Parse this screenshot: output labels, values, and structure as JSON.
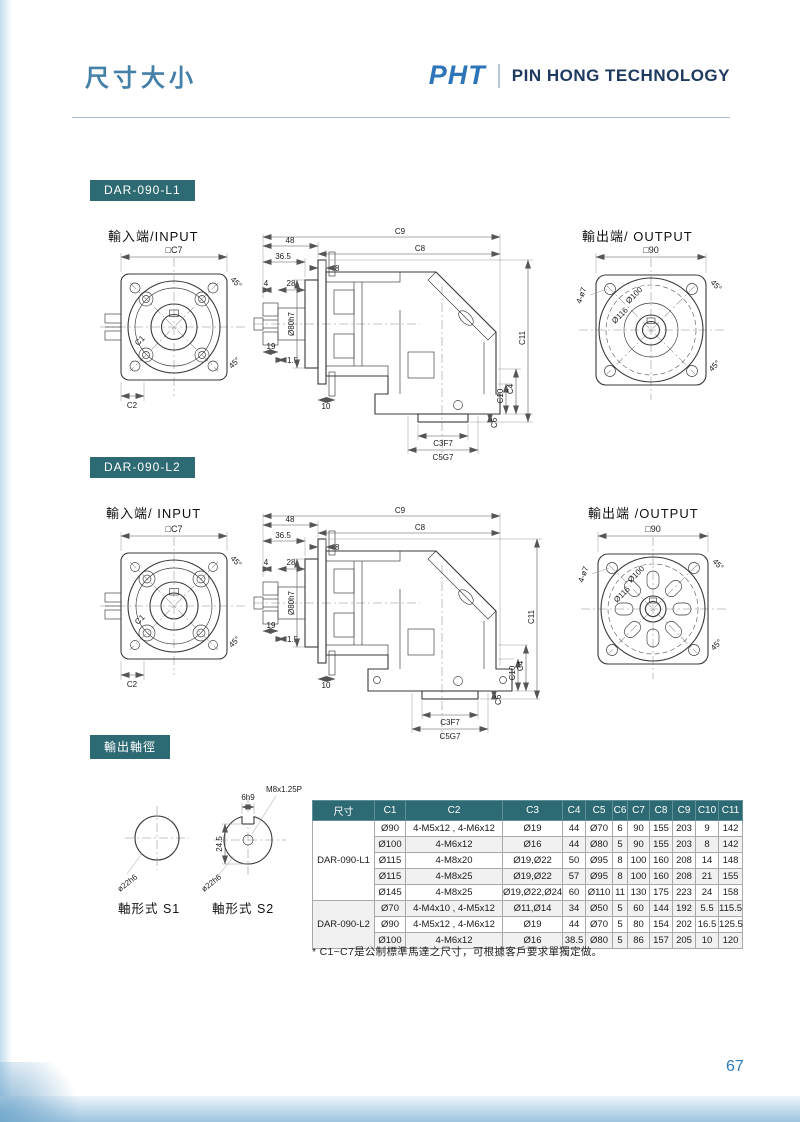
{
  "header": {
    "title": "尺寸大小",
    "logo": "PHT",
    "company": "PIN HONG TECHNOLOGY"
  },
  "sections": {
    "l1": {
      "badge": "DAR-090-L1",
      "input_label": "輸入端/INPUT",
      "output_label": "輸出端/ OUTPUT"
    },
    "l2": {
      "badge": "DAR-090-L2",
      "input_label": "輸入端/ INPUT",
      "output_label": "輸出端 /OUTPUT"
    },
    "shaft": {
      "badge": "輸出軸徑",
      "s1_label": "軸形式 S1",
      "s2_label": "軸形式 S2",
      "s1_dia": "ø22h6",
      "s2_dia": "ø22h6",
      "s2_key": "6h9",
      "s2_thread": "M8x1.25P",
      "s2_height": "24.5"
    }
  },
  "dims": {
    "sqC7": "□C7",
    "c1": "C1",
    "c2": "C2",
    "deg45": "45°",
    "c9": "C9",
    "c8": "C8",
    "n48": "48",
    "n36_5": "36.5",
    "n8": "8",
    "n4": "4",
    "n28": "28",
    "n19": "19",
    "n1_5": "1.5",
    "d80": "Ø80h7",
    "n10": "10",
    "c11": "C11",
    "c10": "C10",
    "c4": "C4",
    "c6": "C6",
    "c3": "C3F7",
    "c5": "C5G7",
    "sq90": "□90",
    "d100": "Ø100",
    "d116": "Ø116",
    "holes47": "4-ø7"
  },
  "table": {
    "headers": [
      "尺寸",
      "C1",
      "C2",
      "C3",
      "C4",
      "C5",
      "C6",
      "C7",
      "C8",
      "C9",
      "C10",
      "C11"
    ],
    "groups": [
      {
        "name": "DAR-090-L1",
        "rows": [
          [
            "Ø90",
            "4-M5x12 , 4-M6x12",
            "Ø19",
            "44",
            "Ø70",
            "6",
            "90",
            "155",
            "203",
            "9",
            "142"
          ],
          [
            "Ø100",
            "4-M6x12",
            "Ø16",
            "44",
            "Ø80",
            "5",
            "90",
            "155",
            "203",
            "8",
            "142"
          ],
          [
            "Ø115",
            "4-M8x20",
            "Ø19,Ø22",
            "50",
            "Ø95",
            "8",
            "100",
            "160",
            "208",
            "14",
            "148"
          ],
          [
            "Ø115",
            "4-M8x25",
            "Ø19,Ø22",
            "57",
            "Ø95",
            "8",
            "100",
            "160",
            "208",
            "21",
            "155"
          ],
          [
            "Ø145",
            "4-M8x25",
            "Ø19,Ø22,Ø24",
            "60",
            "Ø110",
            "11",
            "130",
            "175",
            "223",
            "24",
            "158"
          ]
        ]
      },
      {
        "name": "DAR-090-L2",
        "rows": [
          [
            "Ø70",
            "4-M4x10 , 4-M5x12",
            "Ø11,Ø14",
            "34",
            "Ø50",
            "5",
            "60",
            "144",
            "192",
            "5.5",
            "115.5"
          ],
          [
            "Ø90",
            "4-M5x12 , 4-M6x12",
            "Ø19",
            "44",
            "Ø70",
            "5",
            "80",
            "154",
            "202",
            "16.5",
            "125.5"
          ],
          [
            "Ø100",
            "4-M6x12",
            "Ø16",
            "38.5",
            "Ø80",
            "5",
            "86",
            "157",
            "205",
            "10",
            "120"
          ]
        ]
      }
    ]
  },
  "footnote": "* C1~C7是公制標準馬達之尺寸，可根據客戶要求單獨定做。",
  "page_number": "67",
  "colors": {
    "accent_blue": "#4580a8",
    "navy": "#1f3a60",
    "teal": "#2e6a74",
    "logo_blue": "#2d74b8"
  }
}
